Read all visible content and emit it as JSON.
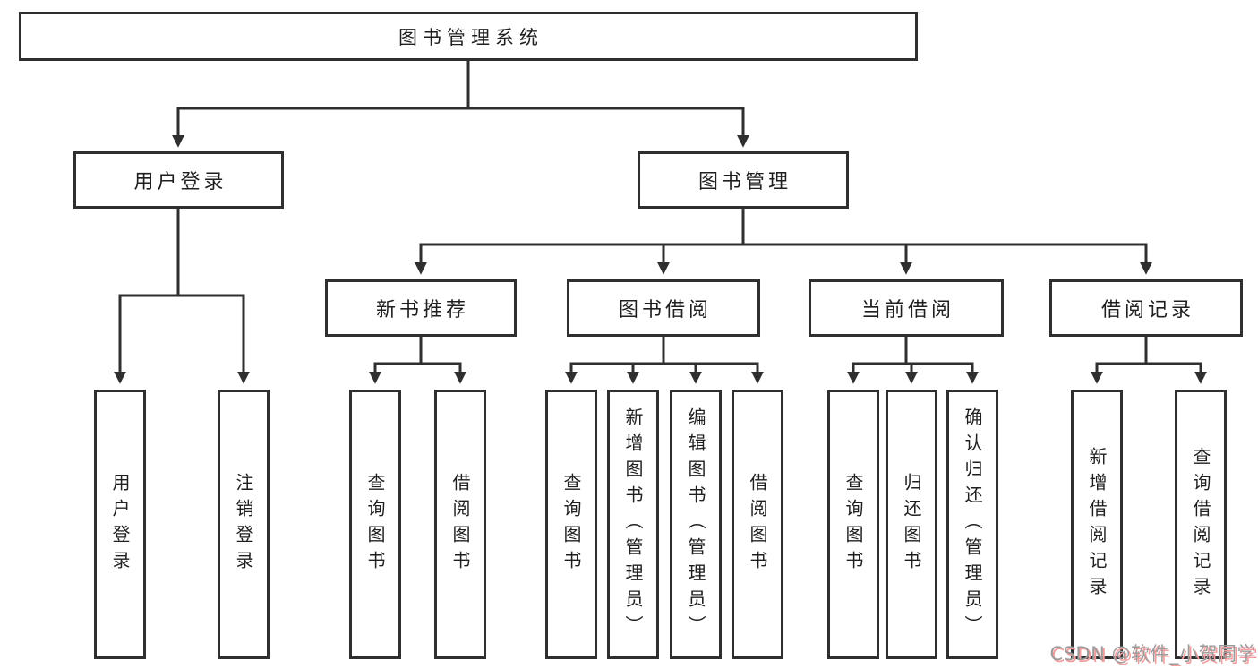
{
  "tree": {
    "label": "图书管理系统",
    "children": [
      {
        "label": "用户登录",
        "children": [
          {
            "label": "用户登录"
          },
          {
            "label": "注销登录"
          }
        ]
      },
      {
        "label": "图书管理",
        "children": [
          {
            "label": "新书推荐",
            "children": [
              {
                "label": "查询图书"
              },
              {
                "label": "借阅图书"
              }
            ]
          },
          {
            "label": "图书借阅",
            "children": [
              {
                "label": "查询图书"
              },
              {
                "label": "新增图书（管理员）"
              },
              {
                "label": "编辑图书（管理员）"
              },
              {
                "label": "借阅图书"
              }
            ]
          },
          {
            "label": "当前借阅",
            "children": [
              {
                "label": "查询图书"
              },
              {
                "label": "归还图书"
              },
              {
                "label": "确认归还（管理员）"
              }
            ]
          },
          {
            "label": "借阅记录",
            "children": [
              {
                "label": "新增借阅记录"
              },
              {
                "label": "查询借阅记录"
              }
            ]
          }
        ]
      }
    ]
  },
  "watermark": {
    "text": "CSDN @软件_小贺同学"
  },
  "colors": {
    "line": "#2f2f2f",
    "text": "#1f1f1f",
    "background": "#ffffff",
    "watermark_text": "#9c9c9c",
    "watermark_shadow": "#f59c9c"
  }
}
